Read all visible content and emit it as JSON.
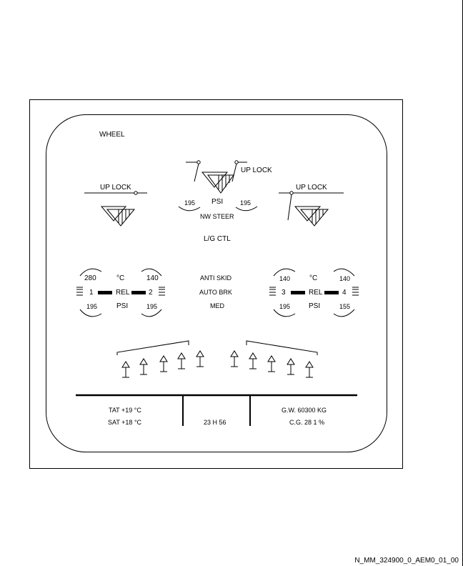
{
  "title": "WHEEL",
  "uplock": "UP LOCK",
  "nose": {
    "psi": "PSI",
    "left_value": "195",
    "right_value": "195",
    "label": "NW STEER"
  },
  "lg_ctl": "L/G CTL",
  "left_brakes": {
    "temp_left": "280",
    "temp_right": "140",
    "temp_unit": "°C",
    "wheel_left": "1",
    "wheel_right": "2",
    "rel": "REL",
    "psi_left": "195",
    "psi_right": "195",
    "psi_unit": "PSI"
  },
  "right_brakes": {
    "temp_left": "140",
    "temp_right": "140",
    "temp_unit": "°C",
    "wheel_left": "3",
    "wheel_right": "4",
    "rel": "REL",
    "psi_left": "195",
    "psi_right": "155",
    "psi_unit": "PSI"
  },
  "center": {
    "anti_skid": "ANTI SKID",
    "auto_brk": "AUTO BRK",
    "mode": "MED"
  },
  "status": {
    "tat": "TAT +19 °C",
    "sat": "SAT +18 °C",
    "time": "23 H 56",
    "gw": "G.W. 60300 KG",
    "cg": "C.G. 28 1 %"
  },
  "figure_ref": "N_MM_324900_0_AEM0_01_00"
}
